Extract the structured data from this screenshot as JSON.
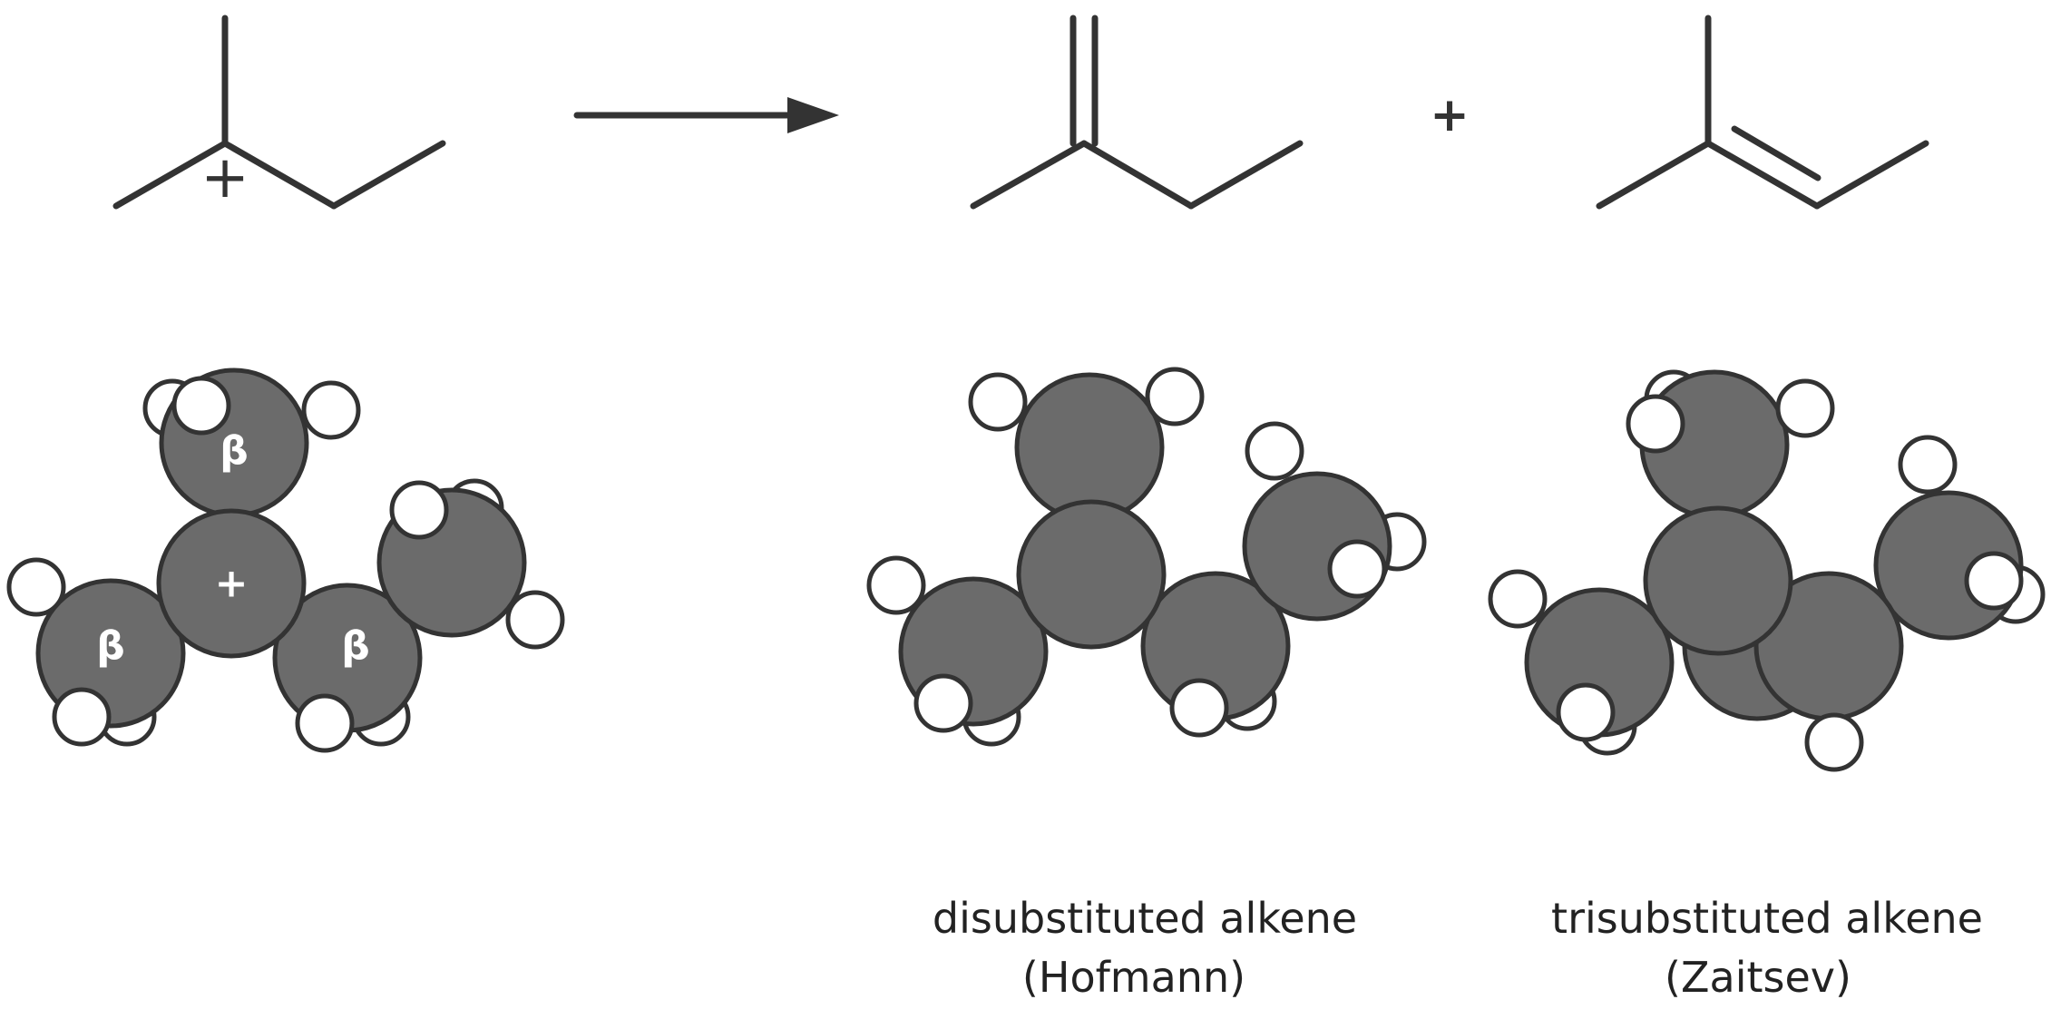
{
  "reactant": {
    "charge_symbol": "+",
    "model_labels": {
      "beta_top": "β",
      "beta_left": "β",
      "beta_right": "β",
      "cation_center": "+"
    }
  },
  "products_separator": "+",
  "product_hofmann": {
    "caption_line1": "disubstituted alkene",
    "caption_line2": "(Hofmann)"
  },
  "product_zaitsev": {
    "caption_line1": "trisubstituted alkene",
    "caption_line2": "(Zaitsev)"
  },
  "colors": {
    "ink": "#333333",
    "carbon_fill": "#6b6b6b",
    "hydrogen_fill": "#ffffff",
    "background": "#ffffff"
  }
}
